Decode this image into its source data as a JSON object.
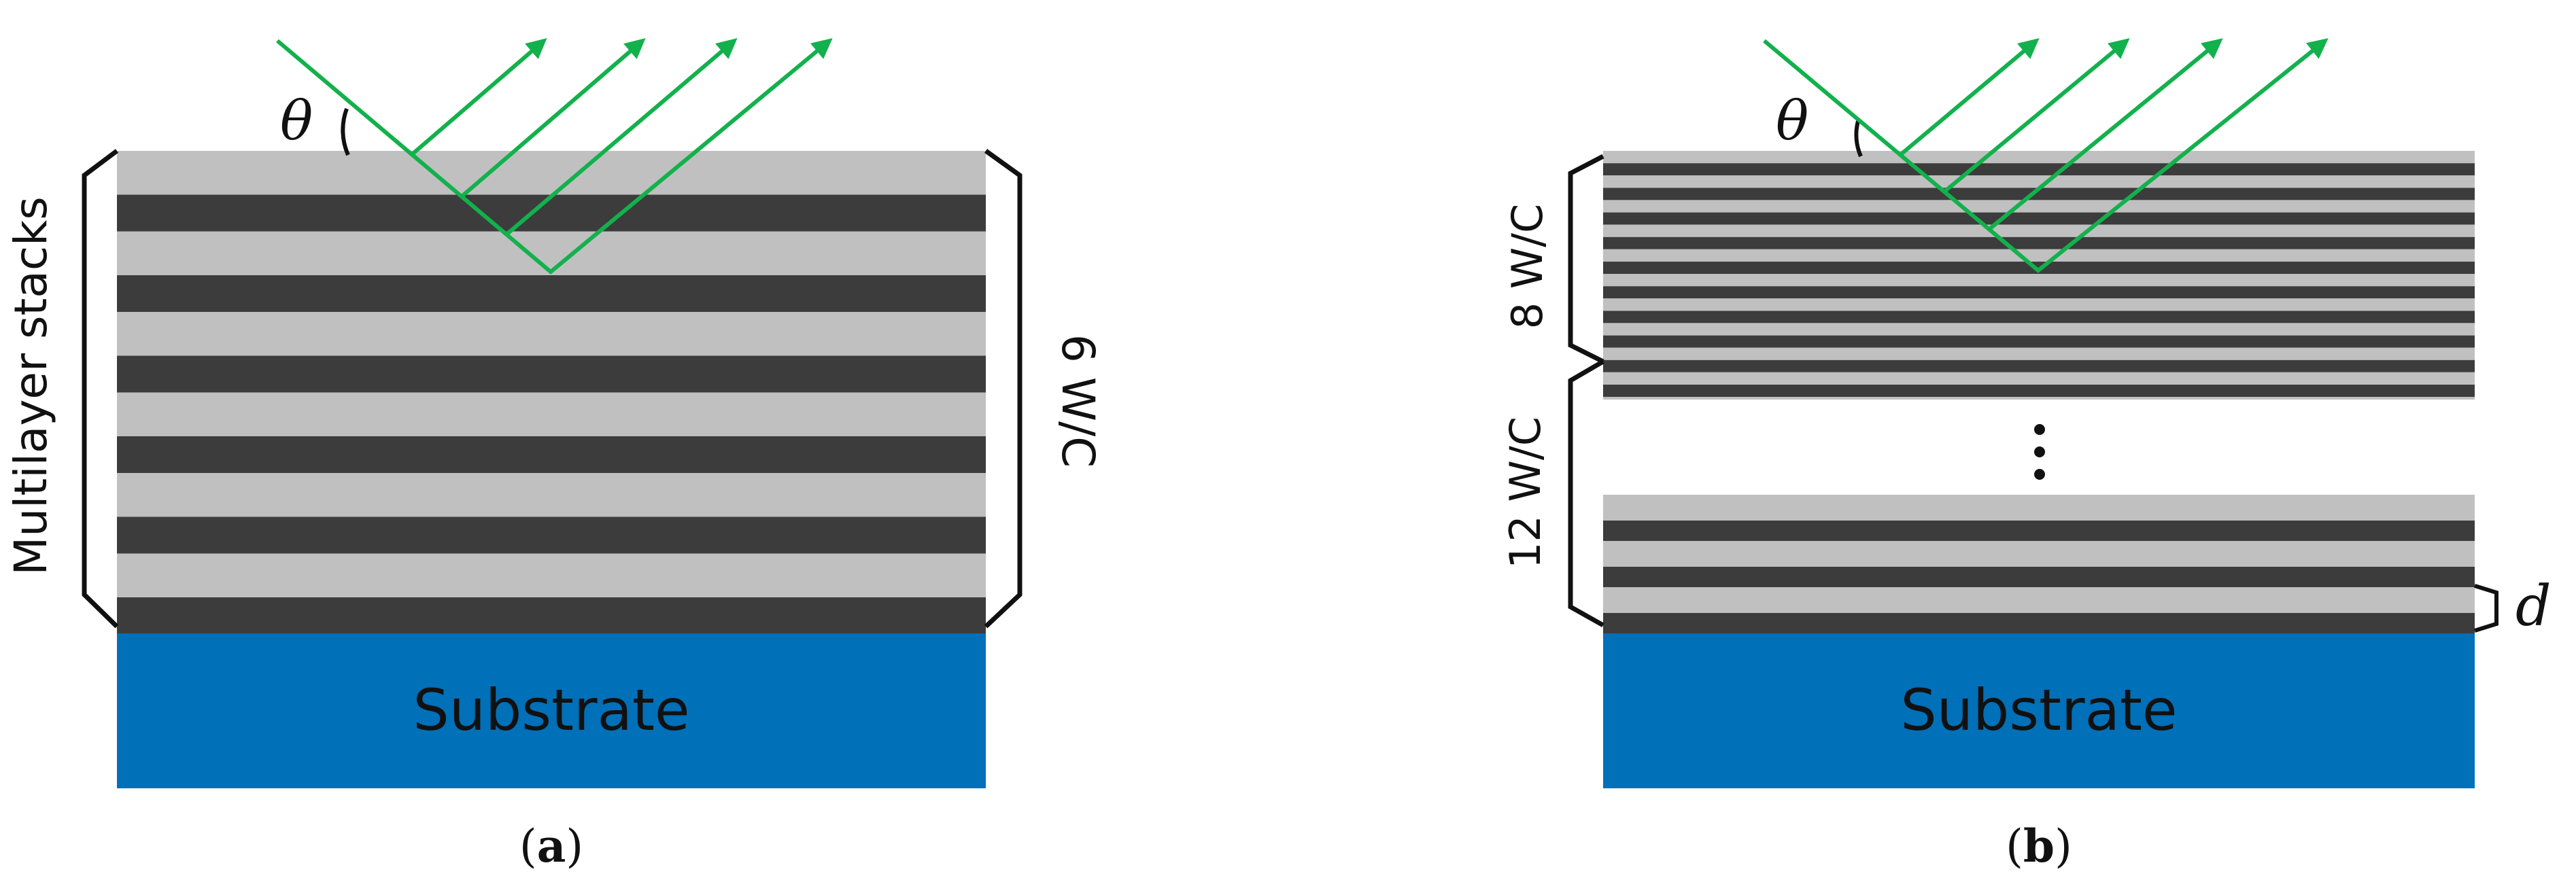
{
  "panel_a": {
    "substrate_label": "Substrate",
    "left_bracket_label": "Multilayer stacks",
    "right_bracket_label": "6 W/C",
    "angle_symbol": "θ",
    "caption": {
      "open": "(",
      "letter": "a",
      "close": ")"
    }
  },
  "panel_b": {
    "substrate_label": "Substrate",
    "upper_bracket_label": "8 W/C",
    "lower_bracket_label": "12 W/C",
    "angle_symbol": "θ",
    "period_symbol": "d",
    "caption": {
      "open": "(",
      "letter": "b",
      "close": ")"
    }
  },
  "colors": {
    "light_layer": "#c0c0c0",
    "dark_layer": "#3c3c3c",
    "substrate": "#0070b8",
    "ray": "#12b14c",
    "bracket": "#111111"
  },
  "icons": {
    "ray_arrow": "arrow-head-icon",
    "continuation": "vertical-ellipsis-icon"
  }
}
